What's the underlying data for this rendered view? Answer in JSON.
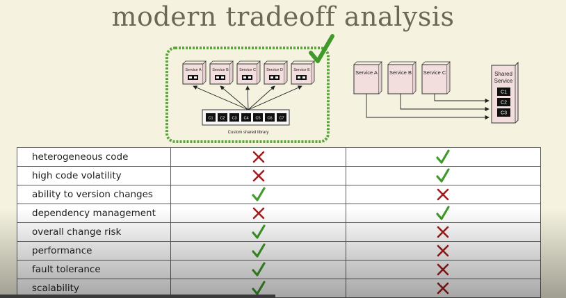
{
  "title": "modern tradeoff analysis",
  "left_diagram": {
    "services": [
      "Service A",
      "Service B",
      "Service C",
      "Service D",
      "Service E"
    ],
    "library_components": [
      "C1",
      "C2",
      "C3",
      "C4",
      "C5",
      "C6",
      "C7"
    ],
    "library_label": "Custom shared library",
    "selected_icon": "check-icon"
  },
  "right_diagram": {
    "services": [
      "Service A",
      "Service B",
      "Service C"
    ],
    "shared_service_label_1": "Shared",
    "shared_service_label_2": "Service",
    "components": [
      "C1",
      "C2",
      "C3"
    ]
  },
  "rows": [
    {
      "label": "heterogeneous code",
      "left": "cross",
      "right": "check"
    },
    {
      "label": "high code volatility",
      "left": "cross",
      "right": "check"
    },
    {
      "label": "ability to version changes",
      "left": "check",
      "right": "cross"
    },
    {
      "label": "dependency management",
      "left": "cross",
      "right": "check"
    },
    {
      "label": "overall change risk",
      "left": "check",
      "right": "cross"
    },
    {
      "label": "performance",
      "left": "check",
      "right": "cross"
    },
    {
      "label": "fault tolerance",
      "left": "check",
      "right": "cross"
    },
    {
      "label": "scalability",
      "left": "check",
      "right": "cross"
    }
  ],
  "colors": {
    "check": "#3f9a2a",
    "cross": "#a31d1d",
    "frame": "#5aa63a",
    "box": "#f3dede"
  }
}
